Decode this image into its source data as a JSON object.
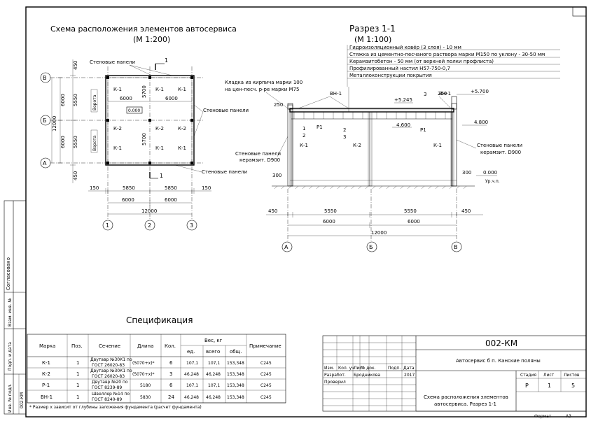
{
  "plan": {
    "title": "Схема расположения элементов автосервиса",
    "scale": "(М 1:200)",
    "wall_panels": "Стеновые панели",
    "gate": "Ворота",
    "mark_value": "0.000",
    "section_mark": "1",
    "elements": {
      "k1": "К-1",
      "k2": "К-2"
    },
    "axes_v": [
      "В",
      "Б",
      "А"
    ],
    "axes_h": [
      "1",
      "2",
      "3"
    ],
    "dims_left": [
      "450",
      "5550",
      "5550",
      "450"
    ],
    "dims_left_b": [
      "6000",
      "6000"
    ],
    "dims_total": "12000",
    "dims_inner_v": [
      "5700",
      "5700"
    ],
    "dims_bottom_a": [
      "150",
      "5850",
      "5850",
      "150"
    ],
    "dims_bottom_b": [
      "6000",
      "6000"
    ],
    "dims_top": [
      "6000",
      "6000"
    ]
  },
  "section": {
    "title": "Разрез 1-1",
    "scale": "(М 1:100)",
    "layers": [
      "Гидроизоляционный ковёр (3 слоя) - 10 мм",
      "Стяжка из цементно-песчаного раствора марки М150 по уклону - 30-50 мм",
      "Керамзитобетон - 50 мм (от верхней полки профлиста)",
      "Профилированный настил Н57-750-0,7",
      "Металлоконструкции покрытия"
    ],
    "masonry": "Кладка из кирпича марки 100\nна цен-песч. р-ре марки М75",
    "bn1": "ВН-1",
    "p1": "Р1",
    "k1": "К-1",
    "k2": "К-2",
    "wall_note": "Стеновые панели\nкерамзит. D900",
    "levels": {
      "l5245": "+5.245",
      "l5700": "+5.700",
      "l4600": "4.600",
      "l4800": "4.800",
      "l0": "0.000",
      "ground": "Ур.ч.п."
    },
    "dims": {
      "d250a": "250",
      "d250b": "250",
      "d300a": "300",
      "d300b": "300",
      "d450a": "450",
      "d450b": "450",
      "d5550a": "5550",
      "d5550b": "5550",
      "d6000a": "6000",
      "d6000b": "6000",
      "d12000": "12000"
    },
    "axes": [
      "А",
      "Б",
      "В"
    ],
    "nums": {
      "n1": "1",
      "n2": "2",
      "n3": "3",
      "n3b": "3",
      "n2b": "2",
      "n1b": "1"
    }
  },
  "spec": {
    "title": "Спецификация",
    "headers": {
      "mark": "Марка",
      "pos": "Поз.",
      "section": "Сечение",
      "length": "Длина",
      "qty": "Кол.",
      "weight": "Вес, кг",
      "one": "ед.",
      "all": "всего",
      "total": "общ.",
      "note": "Примечание"
    },
    "rows": [
      {
        "mark": "К-1",
        "pos": "1",
        "section": "Двутавр №30К1 по\nГОСТ 26020-83",
        "length": "(5070+х)*",
        "qty": "6",
        "one": "107,1",
        "all": "107,1",
        "total": "153,348",
        "note": "С245"
      },
      {
        "mark": "К-2",
        "pos": "1",
        "section": "Двутавр №30К1 по\nГОСТ 26020-83",
        "length": "(5070+х)*",
        "qty": "3",
        "one": "46,248",
        "all": "46,248",
        "total": "153,348",
        "note": "С245"
      },
      {
        "mark": "Р-1",
        "pos": "1",
        "section": "Двутавр №20 по\nГОСТ 8239-89",
        "length": "5180",
        "qty": "6",
        "one": "107,1",
        "all": "107,1",
        "total": "153,348",
        "note": "С245"
      },
      {
        "mark": "ВН-1",
        "pos": "1",
        "section": "Швеллер №14 по\nГОСТ 8240-89",
        "length": "5830",
        "qty": "24",
        "one": "46,248",
        "all": "46,248",
        "total": "153,348",
        "note": "С245"
      }
    ],
    "footnote": "* Размер х зависит от глубины заложения фундамента (расчет фундамента)"
  },
  "stamp": {
    "code": "002-КМ",
    "project": "Автосервис б п. Канские поляны",
    "sheet_title": "Схема расположения элементов\nавтосервиса. Разрез 1-1",
    "stage_h": "Стадия",
    "sheet_h": "Лист",
    "sheets_h": "Листов",
    "stage": "Р",
    "sheet": "1",
    "sheets": "5",
    "cols": [
      "Изм.",
      "Кол. уч",
      "Лист",
      "№ док.",
      "Подп.",
      "Дата"
    ],
    "role1": "Разработ.",
    "name1": "Бродникова",
    "date1": "2017",
    "role2": "Проверил",
    "format_label": "Формат",
    "format": "А3"
  },
  "side": {
    "agreed": "Согласовано",
    "inv_replace": "Взам. инв. №",
    "sign_date": "Подп. и дата",
    "inv_orig": "Инв. № подл.",
    "code": "002-КМ"
  }
}
